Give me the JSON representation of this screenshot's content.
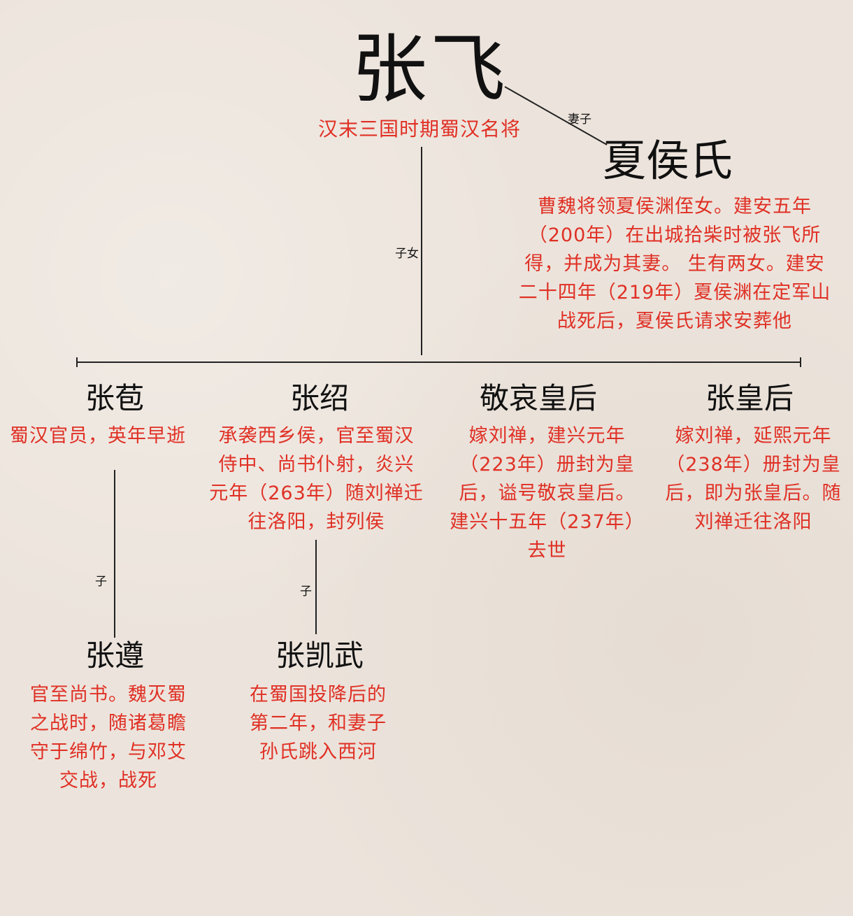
{
  "root": {
    "name": "张飞",
    "desc": "汉末三国时期蜀汉名将"
  },
  "spouse": {
    "relation": "妻子",
    "name": "夏侯氏",
    "desc_lines": [
      "曹魏将领夏侯渊侄女。建安五年",
      "（200年）在出城拾柴时被张飞所",
      "得，并成为其妻。 生有两女。建安",
      "二十四年（219年）夏侯渊在定军山",
      "战死后，夏侯氏请求安葬他"
    ]
  },
  "children_relation": "子女",
  "children": [
    {
      "name": "张苞",
      "desc_lines": [
        "蜀汉官员，英年早逝"
      ]
    },
    {
      "name": "张绍",
      "desc_lines": [
        "承袭西乡侯，官至蜀汉",
        "侍中、尚书仆射，炎兴",
        "元年（263年）随刘禅迁",
        "往洛阳，封列侯"
      ]
    },
    {
      "name": "敬哀皇后",
      "desc_lines": [
        "嫁刘禅，建兴元年",
        "（223年）册封为皇",
        "后，谥号敬哀皇后。",
        "建兴十五年（237年）",
        "去世"
      ]
    },
    {
      "name": "张皇后",
      "desc_lines": [
        "嫁刘禅，延熙元年",
        "（238年）册封为皇",
        "后，即为张皇后。随",
        "刘禅迁往洛阳"
      ]
    }
  ],
  "grandchildren": [
    {
      "relation": "子",
      "name": "张遵",
      "desc_lines": [
        "官至尚书。魏灭蜀",
        "之战时，随诸葛瞻",
        "守于绵竹，与邓艾",
        "交战，战死"
      ]
    },
    {
      "relation": "子",
      "name": "张凯武",
      "desc_lines": [
        "在蜀国投降后的",
        "第二年，和妻子",
        "孙氏跳入西河"
      ]
    }
  ],
  "colors": {
    "name": "#111111",
    "desc": "#e03025",
    "background": "#ece4dc"
  }
}
